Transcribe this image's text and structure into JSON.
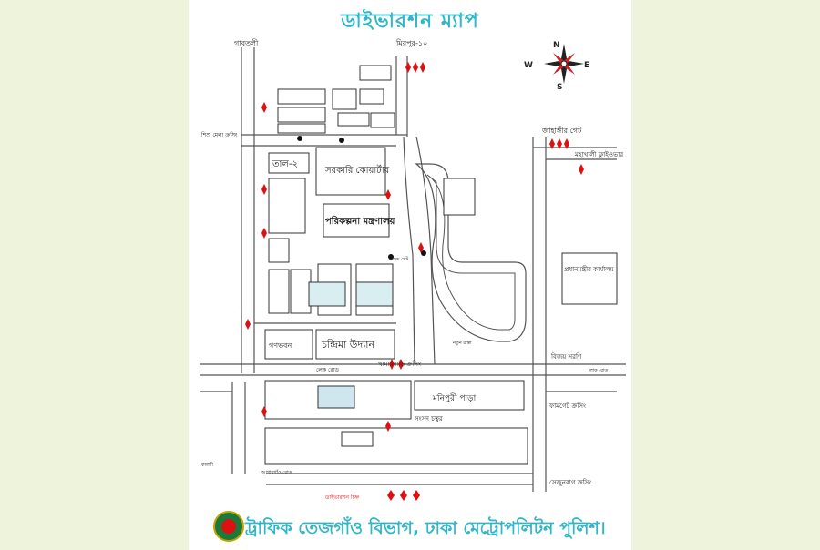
{
  "title": "ডাইভারশন ম্যাপ",
  "footer": "ট্রাফিক তেজগাঁও বিভাগ, ঢাকা মেট্রোপলিটন পুলিশ।",
  "compass": {
    "n": "N",
    "s": "S",
    "e": "E",
    "w": "W"
  },
  "labels": {
    "gabtoli": "গাবতলী",
    "mirpur10": "মিরপুর-১০",
    "shishu_mela": "শিশু মেলা ক্রসিং",
    "jahangir_gate": "জাহাঙ্গীর গেট",
    "mohakhali": "মহাখালী ফ্লাইওভার",
    "tal2": "তাল-২",
    "sarkari_quarter": "সরকারি কোয়ার্টার",
    "planning_ministry": "পরিকল্পনা মন্ত্রণালয়",
    "pm_office": "প্রধানমন্ত্রীর কার্যালয়",
    "bijoy_sarani": "বিজয় সরণি",
    "ganabhaban": "গণভবন",
    "chandrima": "চন্দ্রিমা উদ্যান",
    "lake_road": "লেক রোড",
    "khamarbari": "খামারবাড়ি ক্রসিং",
    "manipuri_para": "মনিপুরী পাড়া",
    "farmgate": "ফার্মগেট ক্রসিং",
    "sangsad": "সংসদ চত্বর",
    "shejunbagh": "সেজুনবাগ ক্রসিং",
    "bijoy_gate": "বিজয় গেট",
    "diversion_chinho": "ডাইভারশন চিহ্ন",
    "lake_label": "লাক রোড",
    "natun_rasta": "নতুন রাস্তা",
    "agargaon": "আগারগাঁও রোড",
    "kalshi": "কালশী"
  }
}
